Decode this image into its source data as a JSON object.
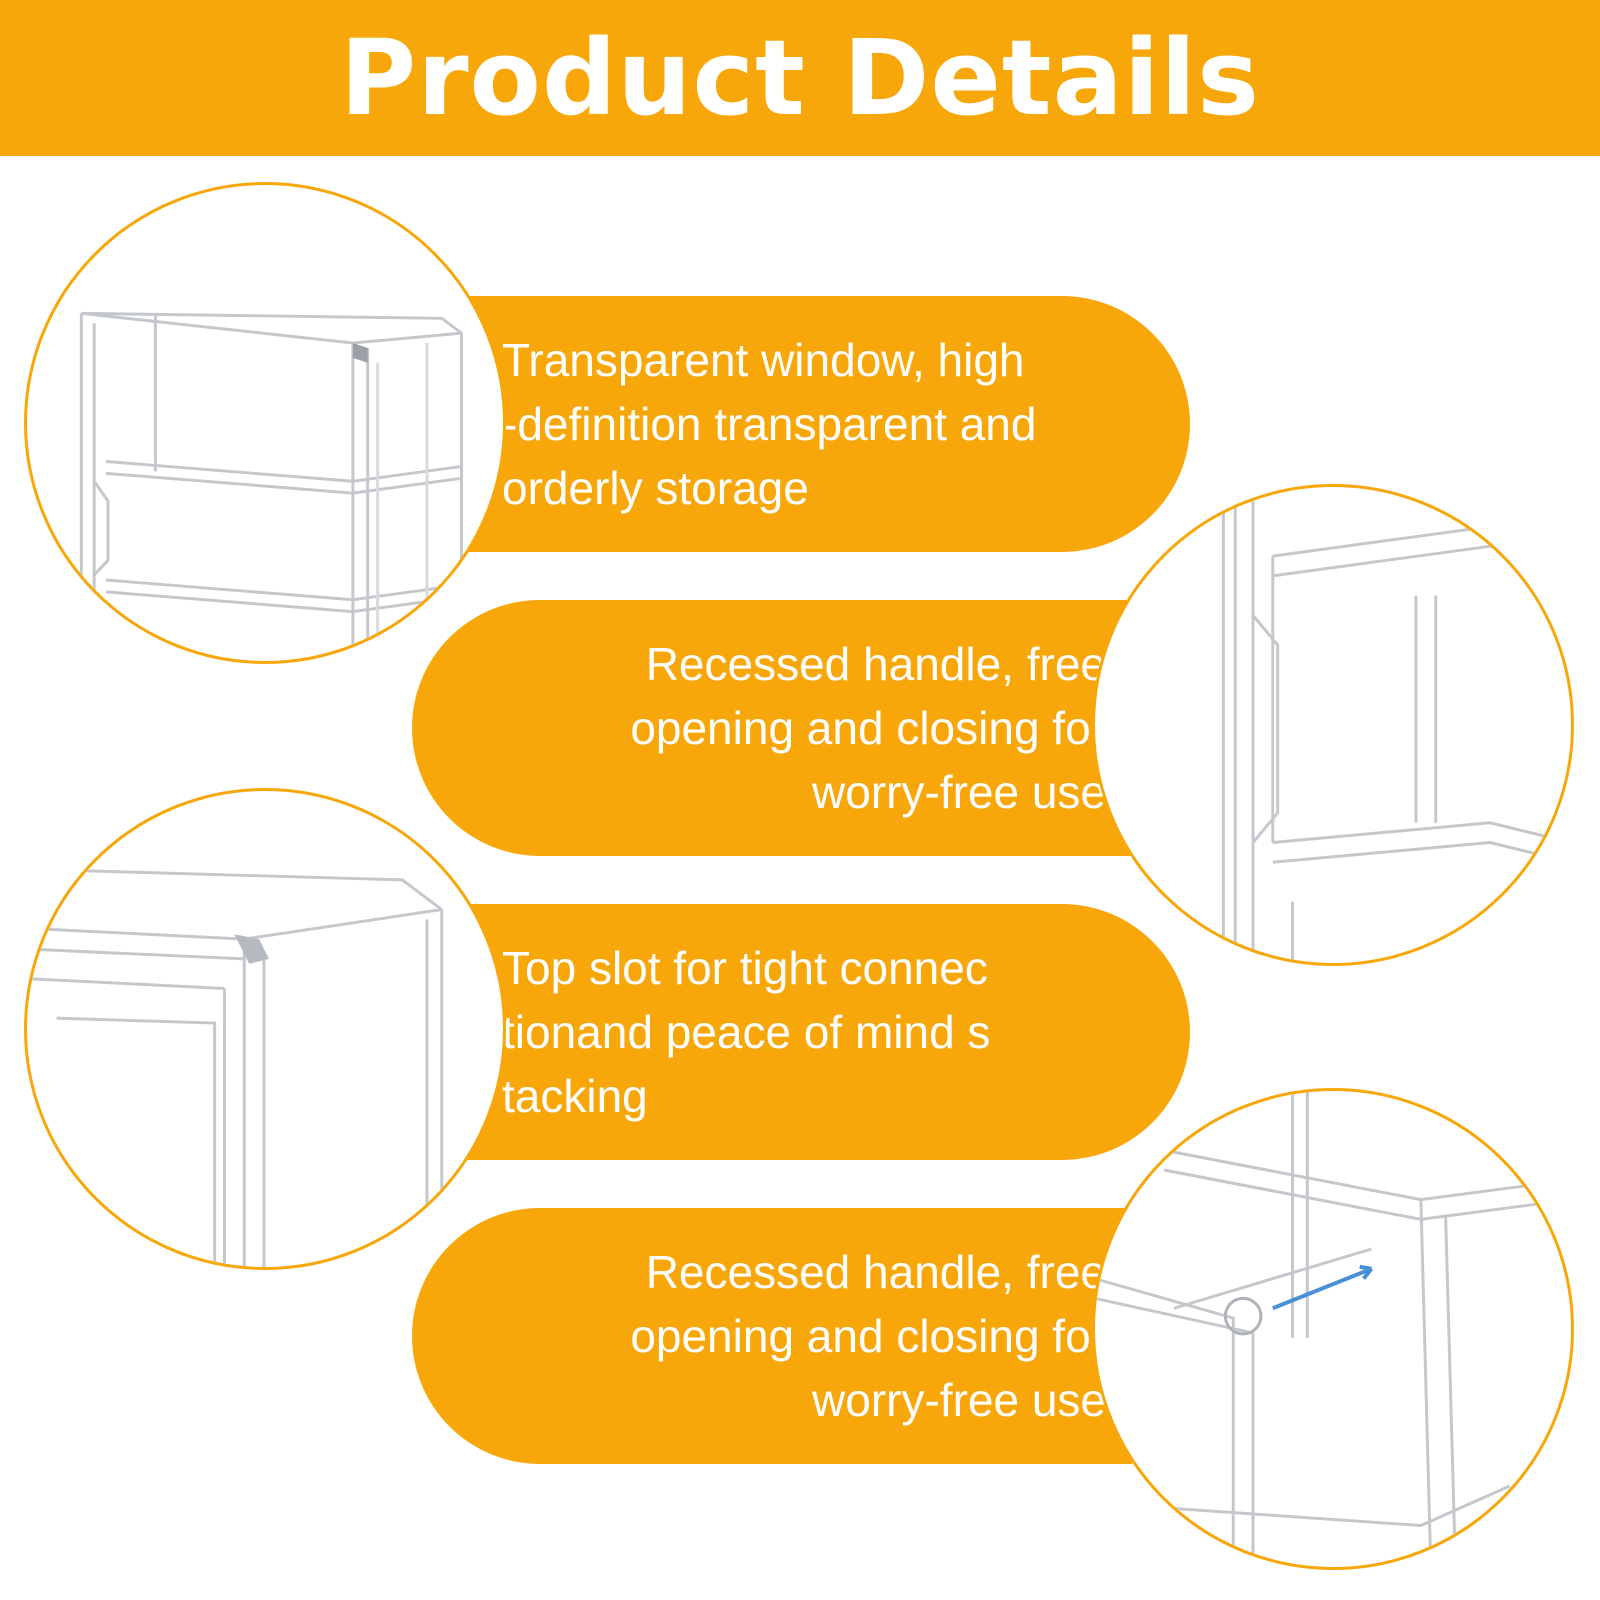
{
  "title": "Product Details",
  "accent_color": "#f7a70a",
  "features": [
    {
      "text": "Transparent window, high\n-definition transparent and\norderly storage",
      "image": "transparent-shelf-photo"
    },
    {
      "text": "Recessed handle, free\nopening and closing for\nworry-free use",
      "image": "recessed-handle-photo"
    },
    {
      "text": "Top slot for tight connec\ntionand peace of mind s\ntacking",
      "image": "top-corner-photo"
    },
    {
      "text": "Recessed handle, free\nopening and closing for\nworry-free use",
      "image": "stacking-slot-photo"
    }
  ]
}
